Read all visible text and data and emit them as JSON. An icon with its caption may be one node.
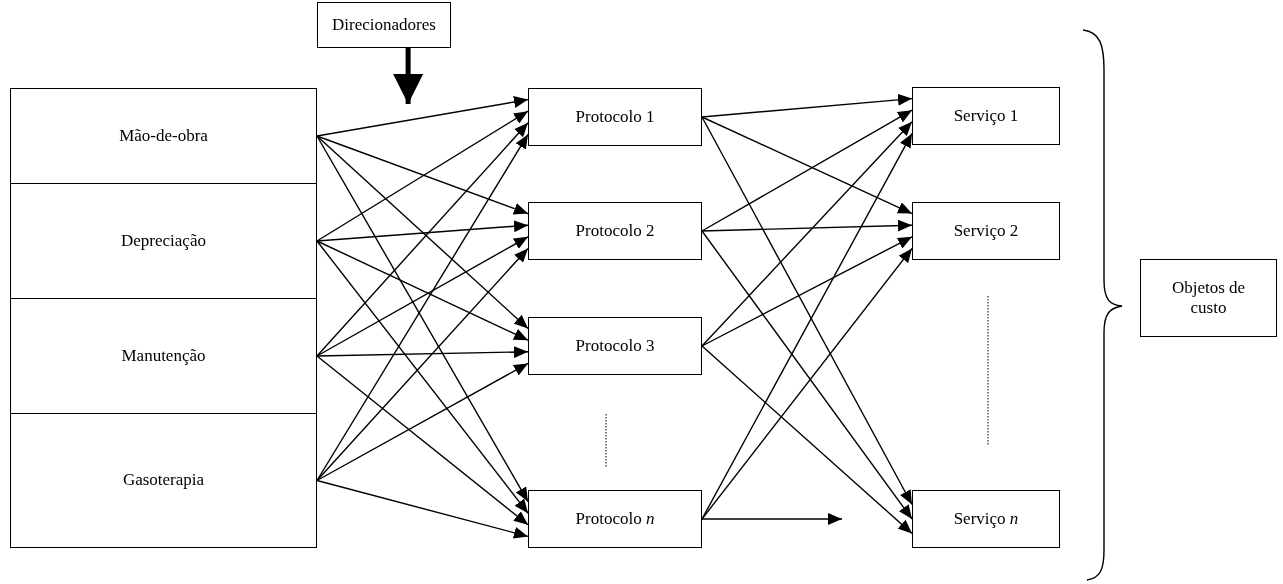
{
  "diagram": {
    "nodes": [
      {
        "text": [
          "Direcionadores"
        ]
      },
      {
        "text": [
          "Mão-de-obra"
        ]
      },
      {
        "text": [
          "Depreciação"
        ]
      },
      {
        "text": [
          "Manutenção"
        ]
      },
      {
        "text": [
          "Gasoterapia"
        ]
      },
      {
        "text": [
          "Protocolo 1"
        ]
      },
      {
        "text": [
          "Protocolo 2"
        ]
      },
      {
        "text": [
          "Protocolo 3"
        ]
      },
      {
        "text": [
          "Protocolo *n*"
        ]
      },
      {
        "text": [
          "Serviço 1"
        ]
      },
      {
        "text": [
          "Serviço 2"
        ]
      },
      {
        "text": [
          "Serviço *n*"
        ]
      },
      {
        "text": [
          "Objetos de custo"
        ]
      }
    ],
    "edges": [
      {
        "from": 0,
        "to": null,
        "arrow": "to",
        "style": "thick"
      },
      {
        "from": 1,
        "to": 5,
        "arrow": "to"
      },
      {
        "from": 1,
        "to": 6,
        "arrow": "to"
      },
      {
        "from": 1,
        "to": 7,
        "arrow": "to"
      },
      {
        "from": 1,
        "to": 8,
        "arrow": "to"
      },
      {
        "from": 2,
        "to": 5,
        "arrow": "to"
      },
      {
        "from": 2,
        "to": 6,
        "arrow": "to"
      },
      {
        "from": 2,
        "to": 7,
        "arrow": "to"
      },
      {
        "from": 2,
        "to": 8,
        "arrow": "to"
      },
      {
        "from": 3,
        "to": 5,
        "arrow": "to"
      },
      {
        "from": 3,
        "to": 6,
        "arrow": "to"
      },
      {
        "from": 3,
        "to": 7,
        "arrow": "to"
      },
      {
        "from": 3,
        "to": 8,
        "arrow": "to"
      },
      {
        "from": 4,
        "to": 5,
        "arrow": "to"
      },
      {
        "from": 4,
        "to": 6,
        "arrow": "to"
      },
      {
        "from": 4,
        "to": 7,
        "arrow": "to"
      },
      {
        "from": 4,
        "to": 8,
        "arrow": "to"
      },
      {
        "from": 5,
        "to": 9,
        "arrow": "to"
      },
      {
        "from": 5,
        "to": 10,
        "arrow": "to"
      },
      {
        "from": 5,
        "to": 11,
        "arrow": "to"
      },
      {
        "from": 6,
        "to": 9,
        "arrow": "to"
      },
      {
        "from": 6,
        "to": 10,
        "arrow": "to"
      },
      {
        "from": 6,
        "to": 11,
        "arrow": "to"
      },
      {
        "from": 7,
        "to": 9,
        "arrow": "to"
      },
      {
        "from": 7,
        "to": 10,
        "arrow": "to"
      },
      {
        "from": 7,
        "to": 11,
        "arrow": "to"
      },
      {
        "from": 8,
        "to": 9,
        "arrow": "to"
      },
      {
        "from": 8,
        "to": 10,
        "arrow": "to"
      },
      {
        "from": 8,
        "to": null,
        "arrow": "to"
      }
    ]
  }
}
